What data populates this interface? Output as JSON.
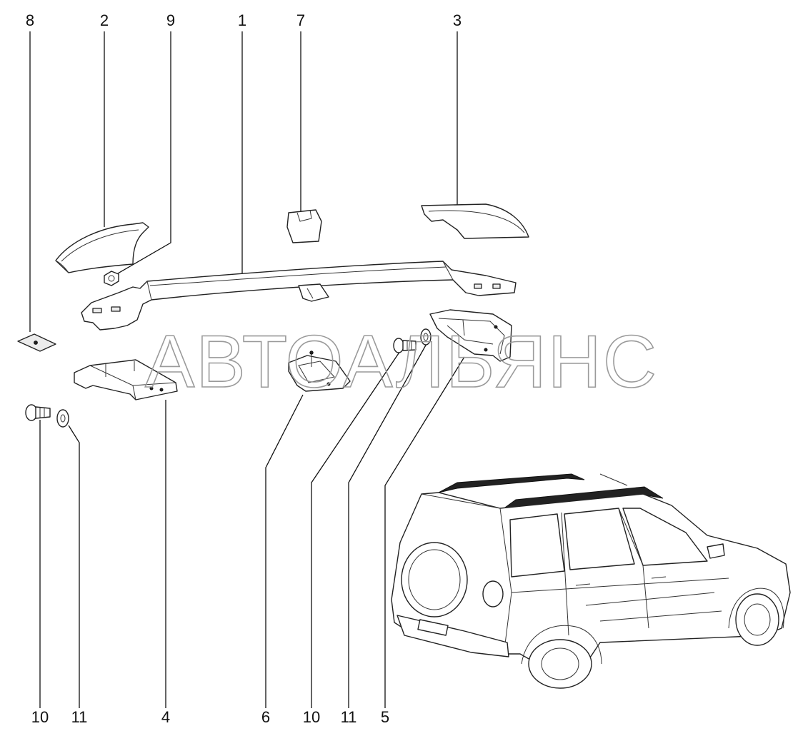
{
  "watermark": "АВТОАЛЬЯНС",
  "callouts": {
    "top": [
      "8",
      "2",
      "9",
      "1",
      "7",
      "3"
    ],
    "bottom": [
      "10",
      "11",
      "4",
      "6",
      "10",
      "11",
      "5"
    ]
  },
  "parts": [
    {
      "id": "1",
      "name": "roof-rail"
    },
    {
      "id": "2",
      "name": "front-rail-cover"
    },
    {
      "id": "3",
      "name": "rear-rail-cover"
    },
    {
      "id": "4",
      "name": "front-support-bracket"
    },
    {
      "id": "5",
      "name": "rear-support-bracket"
    },
    {
      "id": "6",
      "name": "middle-support-bracket"
    },
    {
      "id": "7",
      "name": "middle-cover"
    },
    {
      "id": "8",
      "name": "seal-pad"
    },
    {
      "id": "9",
      "name": "nut"
    },
    {
      "id": "10",
      "name": "bolt"
    },
    {
      "id": "11",
      "name": "washer"
    }
  ]
}
